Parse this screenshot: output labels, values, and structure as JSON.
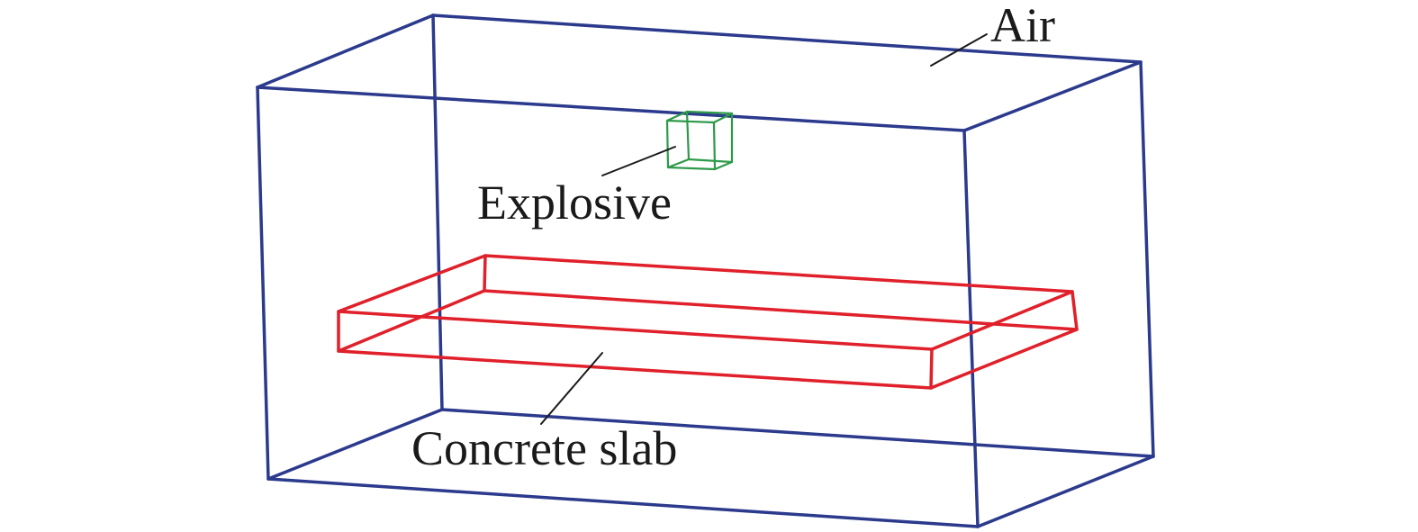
{
  "diagram": {
    "labels": {
      "air": "Air",
      "explosive": "Explosive",
      "slab": "Concrete slab"
    },
    "colors": {
      "air_domain": "#2b3a8c",
      "explosive": "#2e9a4a",
      "slab": "#e0202a",
      "text": "#1a1a1a",
      "background": "#ffffff"
    }
  }
}
